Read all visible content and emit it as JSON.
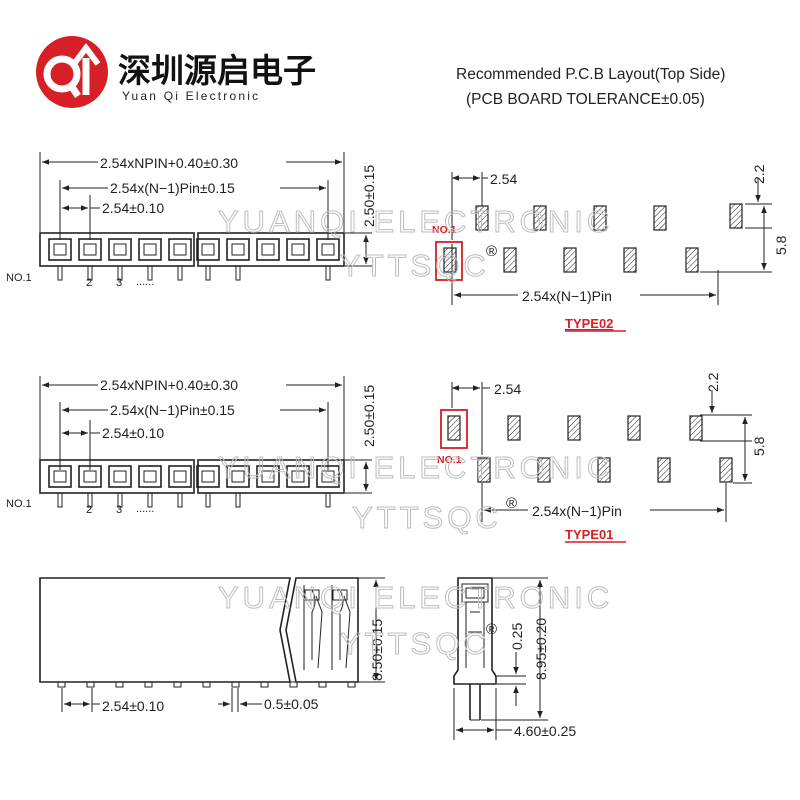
{
  "brand": {
    "name_cn": "深圳源启电子",
    "name_en": "Yuan Qi Electronic",
    "color": "#d61f26"
  },
  "header": {
    "title_line1": "Recommended P.C.B Layout(Top Side)",
    "title_line2": "(PCB BOARD TOLERANCE±0.05)"
  },
  "watermark": {
    "line1": "YUANQI ELECTRONIC",
    "line2": "YTTSQC",
    "registered_mark": "®"
  },
  "top_view": {
    "overall_length": "2.54xNPIN+0.40±0.30",
    "pin_span": "2.54x(N−1)Pin±0.15",
    "pitch": "2.54±0.10",
    "height": "2.50±0.15",
    "pin1_label": "NO.1",
    "pin2_label": "2",
    "pin3_label": "3",
    "ellipsis": "......"
  },
  "pcb_type02": {
    "pitch": "2.54",
    "offset": "2.2",
    "row_spacing": "5.8",
    "pin_span": "2.54x(N−1)Pin",
    "pin1_label": "NO.1",
    "type_label": "TYPE02"
  },
  "pcb_type01": {
    "pitch": "2.54",
    "offset": "2.2",
    "row_spacing": "5.8",
    "pin_span": "2.54x(N−1)Pin",
    "pin1_label": "NO.1",
    "type_label": "TYPE01"
  },
  "side_view": {
    "height": "8.50±0.15",
    "pitch": "2.54±0.10",
    "pin_width": "0.5±0.05"
  },
  "end_view": {
    "total_height": "8.95±0.20",
    "tail_length": "0.25",
    "width": "4.60±0.25"
  }
}
